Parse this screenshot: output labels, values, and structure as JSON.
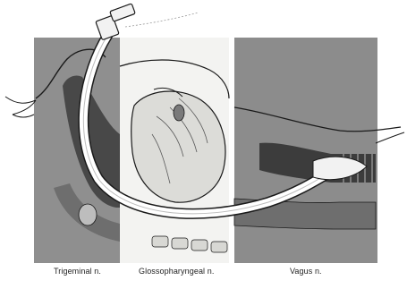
{
  "panels": [
    {
      "id": "trigeminal",
      "label": "Trigeminal n.",
      "shade": "#8f8f8f"
    },
    {
      "id": "glossopharyngeal",
      "label": "Glossopharyngeal n.",
      "shade": "#f3f3f1"
    },
    {
      "id": "vagus",
      "label": "Vagus n.",
      "shade": "#8c8c8c"
    }
  ],
  "colors": {
    "outline": "#1a1a1a",
    "tube_fill": "#ffffff",
    "tissue_dark": "#3c3c3c",
    "tissue_mid": "#6e6e6e"
  },
  "icons": {
    "tube": "endotracheal-tube",
    "connector": "tube-connector",
    "cuff": "tube-cuff"
  }
}
